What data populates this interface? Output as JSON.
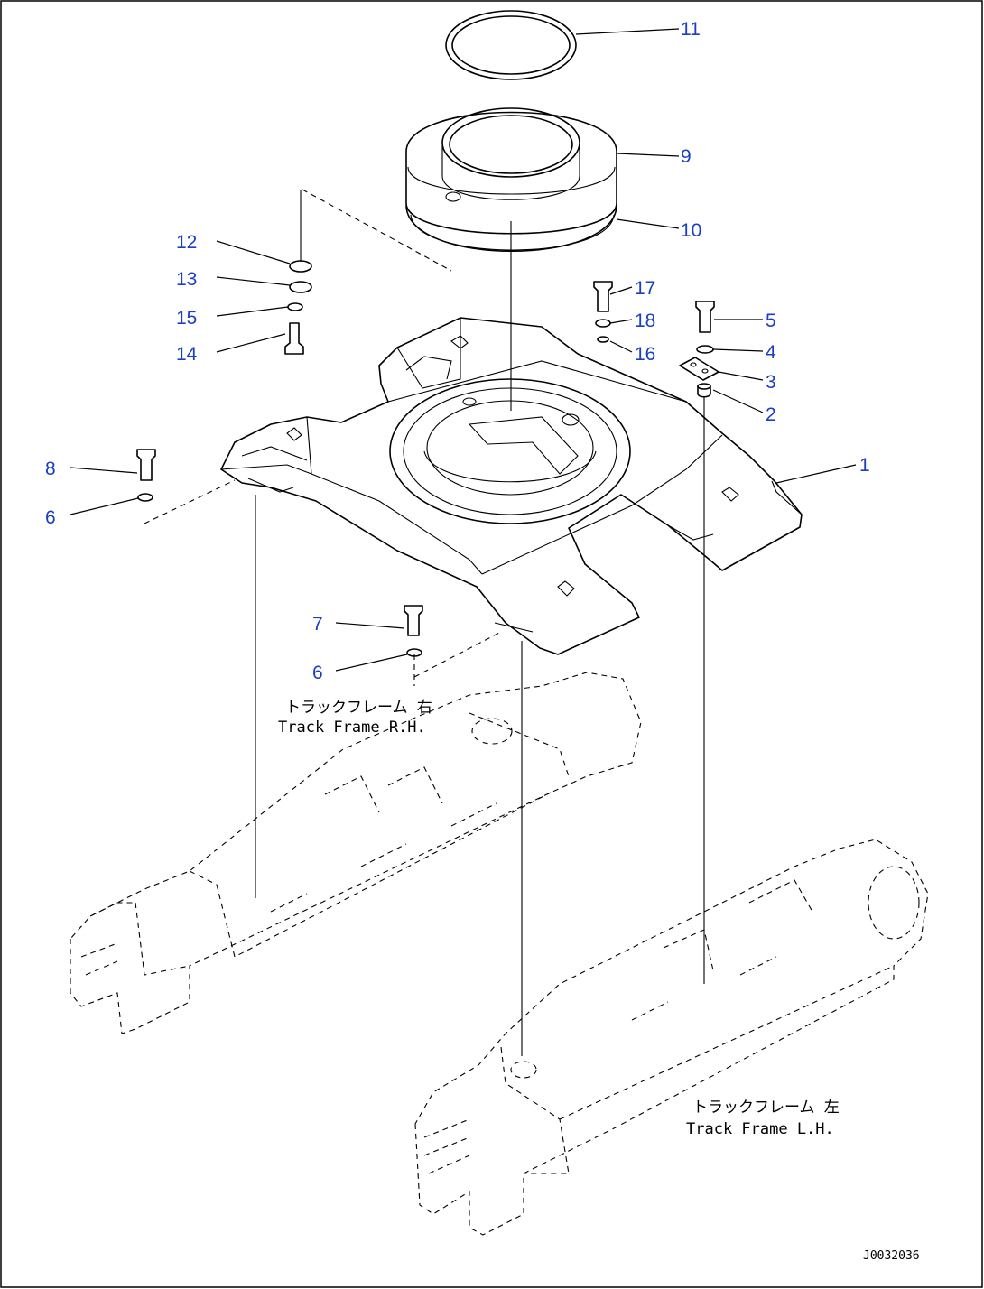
{
  "callouts": [
    {
      "n": "1"
    },
    {
      "n": "2"
    },
    {
      "n": "3"
    },
    {
      "n": "4"
    },
    {
      "n": "5"
    },
    {
      "n": "6"
    },
    {
      "n": "6"
    },
    {
      "n": "7"
    },
    {
      "n": "8"
    },
    {
      "n": "9"
    },
    {
      "n": "10"
    },
    {
      "n": "11"
    },
    {
      "n": "12"
    },
    {
      "n": "13"
    },
    {
      "n": "14"
    },
    {
      "n": "15"
    },
    {
      "n": "16"
    },
    {
      "n": "17"
    },
    {
      "n": "18"
    }
  ],
  "labels": {
    "track_rh_jp": "トラックフレーム 右",
    "track_rh_en": "Track Frame R.H.",
    "track_lh_jp": "トラックフレーム 左",
    "track_lh_en": "Track Frame L.H.",
    "drawing_code": "J0032036"
  },
  "colors": {
    "callout": "#1a3fc4",
    "line": "#000000"
  }
}
